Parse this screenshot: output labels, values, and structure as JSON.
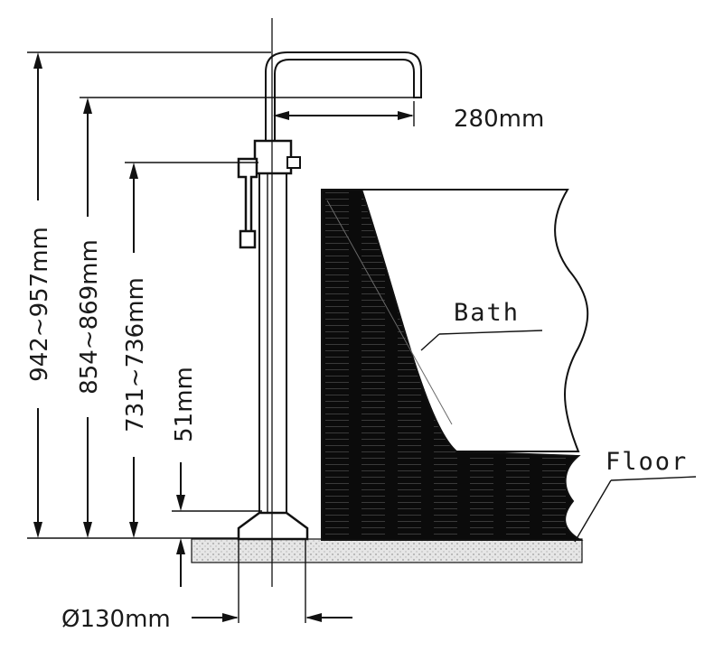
{
  "dimensions": {
    "total_height": "942~957mm",
    "spout_height": "854~869mm",
    "handle_height": "731~736mm",
    "base_height": "51mm",
    "spout_reach": "280mm",
    "base_diameter": "Ø130mm"
  },
  "callouts": {
    "bath": "Bath",
    "floor": "Floor"
  },
  "colors": {
    "ink": "#111111",
    "floor_fill": "#e6e6e6"
  }
}
